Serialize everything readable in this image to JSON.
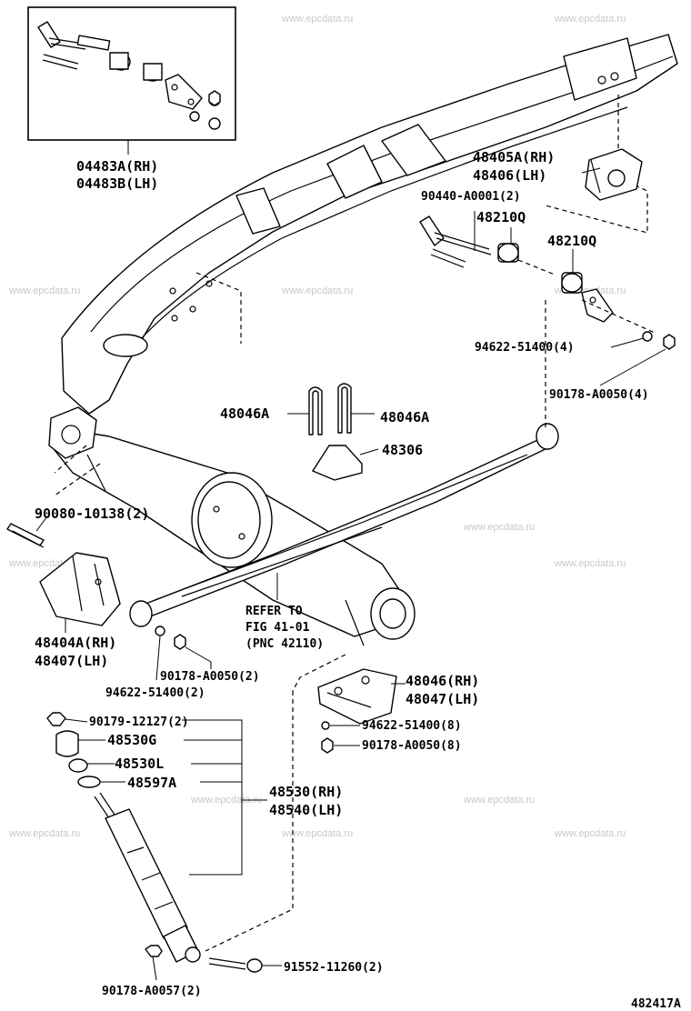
{
  "watermark": "www.epcdata.ru",
  "figure_id": "482417A",
  "labels": {
    "kit_rh": "04483A(RH)",
    "kit_lh": "04483B(LH)",
    "bracket_rh": "48405A(RH)",
    "bracket_lh": "48406(LH)",
    "bolt_90440": "90440-A0001(2)",
    "bushing_a": "48210Q",
    "bushing_b": "48210Q",
    "washer_94622_top": "94622-51400(4)",
    "nut_90178_top": "90178-A0050(4)",
    "ubolt_left": "48046A",
    "ubolt_right": "48046A",
    "bumper_48306": "48306",
    "bolt_90080": "90080-10138(2)",
    "hanger_rh": "48404A(RH)",
    "hanger_lh": "48407(LH)",
    "refer_line1": "REFER TO",
    "refer_line2": "FIG  41-01",
    "refer_line3": "(PNC 42110)",
    "nut_90178_mid": "90178-A0050(2)",
    "washer_94622_mid": "94622-51400(2)",
    "seat_rh": "48046(RH)",
    "seat_lh": "48047(LH)",
    "washer_94622_low": "94622-51400(8)",
    "nut_90178_low": "90178-A0050(8)",
    "nut_90179": "90179-12127(2)",
    "cushion_48530g": "48530G",
    "cushion_48530l": "48530L",
    "retainer_48597a": "48597A",
    "absorber_rh": "48530(RH)",
    "absorber_lh": "48540(LH)",
    "bolt_91552": "91552-11260(2)",
    "nut_90178_bottom": "90178-A0057(2)"
  }
}
